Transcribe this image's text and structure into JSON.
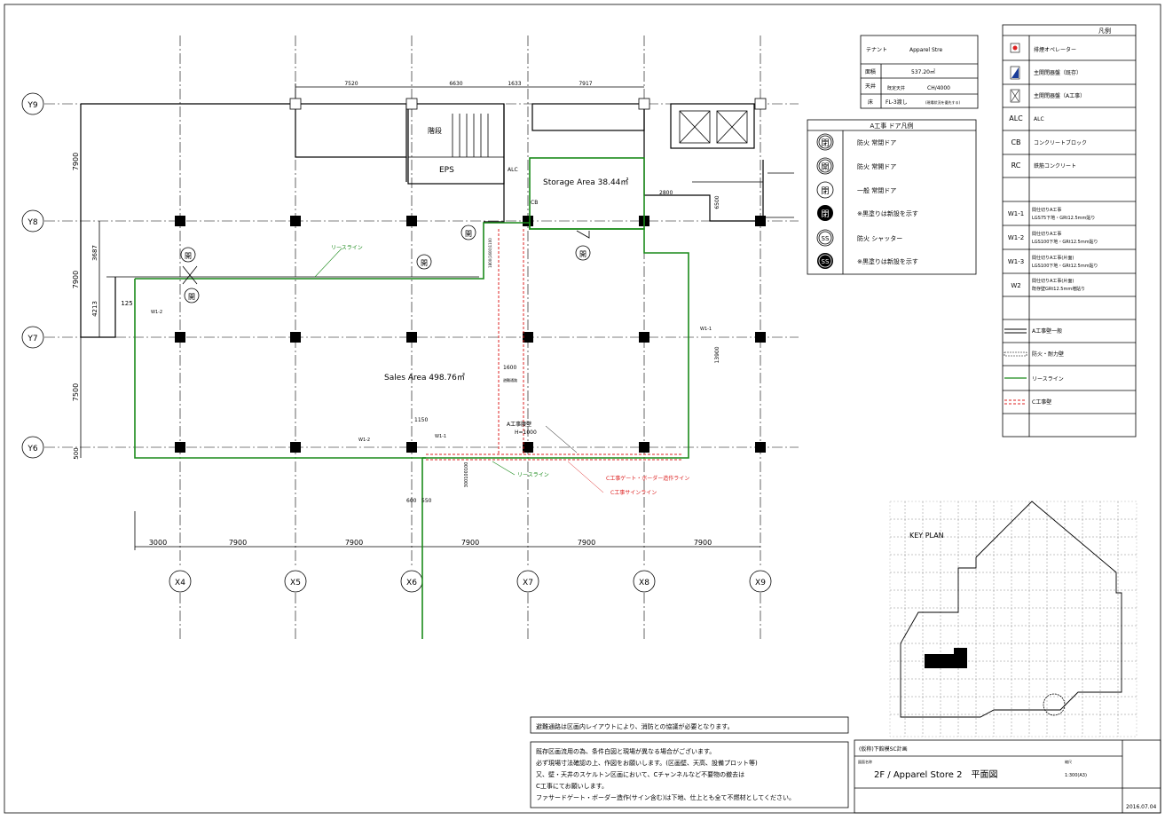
{
  "tenant_box": {
    "tenant_label": "テナント",
    "tenant_value": "Apparel Stre",
    "area_label": "面積",
    "area_value": "537.20㎡",
    "ceiling_label": "天井",
    "ceiling_value1": "既定天井",
    "ceiling_value2": "CH/4000",
    "floor_label": "床",
    "floor_value": "FL-3渡し",
    "floor_note": "(現場状況を優先する)"
  },
  "door_legend": {
    "title": "A工事 ドア凡例",
    "items": [
      {
        "symbol": "閉",
        "text": "防火 常閉ドア"
      },
      {
        "symbol": "開",
        "text": "防火 常開ドア"
      },
      {
        "symbol": "閉",
        "text": "一般 常閉ドア"
      },
      {
        "symbol": "閉",
        "text": "※黒塗りは新設を示す"
      },
      {
        "symbol": "SS",
        "text": "防火 シャッター"
      },
      {
        "symbol": "SS",
        "text": "※黒塗りは新設を示す"
      }
    ]
  },
  "legend": {
    "title": "凡例",
    "items": [
      {
        "code": "",
        "text": "排煙オペレーター"
      },
      {
        "code": "",
        "text": "主開閉器盤（既存）"
      },
      {
        "code": "",
        "text": "主開閉器盤（A工事）"
      },
      {
        "code": "ALC",
        "text": "ALC"
      },
      {
        "code": "CB",
        "text": "コンクリートブロック"
      },
      {
        "code": "RC",
        "text": "鉄筋コンクリート"
      },
      {
        "code": "",
        "text": ""
      },
      {
        "code": "W1-1",
        "text": "間仕切りA工事",
        "text2": "LGS75下地・GRt12.5mm貼り"
      },
      {
        "code": "W1-2",
        "text": "間仕切りA工事",
        "text2": "LGS100下地・GRt12.5mm貼り"
      },
      {
        "code": "W1-3",
        "text": "間仕切りA工事(片面)",
        "text2": "LGS100下地・GRt12.5mm貼り"
      },
      {
        "code": "W2",
        "text": "間仕切りA工事(片面)",
        "text2": "既存壁GRt12.5mm増貼り"
      },
      {
        "code": "",
        "text": ""
      },
      {
        "code": "",
        "text": "A工事壁一般"
      },
      {
        "code": "",
        "text": "防火・耐力壁"
      },
      {
        "code": "",
        "text": "リースライン"
      },
      {
        "code": "",
        "text": "C工事壁"
      }
    ]
  },
  "plan": {
    "grid_y": [
      "Y9",
      "Y8",
      "Y7",
      "Y6"
    ],
    "grid_x": [
      "X4",
      "X5",
      "X6",
      "X7",
      "X8",
      "X9"
    ],
    "bottom_dims": [
      "3000",
      "7900",
      "7900",
      "7900",
      "7900",
      "7900"
    ],
    "left_dims": [
      "7900",
      "7900",
      "7500",
      "500"
    ],
    "top_dims": [
      "7520",
      "6630",
      "1633",
      "7917"
    ],
    "dim_3687": "3687",
    "dim_4213": "4213",
    "dim_125": "125",
    "dim_1150": "1150",
    "dim_1600": "1600",
    "dim_2800": "2800",
    "dim_6500": "6500",
    "dim_13900": "13900",
    "dim_600": "600",
    "dim_550": "550",
    "dim_small": "300100100",
    "kaidan": "階段",
    "eps": "EPS",
    "alc": "ALC",
    "cb": "CB",
    "storage": "Storage Area 38.44㎡",
    "sales": "Sales Area 498.76㎡",
    "lease1": "リースライン",
    "lease2": "リースライン",
    "w12a": "W1-2",
    "w12b": "W1-2",
    "w11a": "W1-1",
    "w11b": "W1-1",
    "door_sym": "開",
    "wall_note1": "A工事腰壁",
    "wall_note2": "H=1000",
    "c_gate": "C工事ゲート・ボーダー造作ライン",
    "c_sign": "C工事サインライン",
    "small_note": "避難通路",
    "v_note": "1800(1600)1100"
  },
  "notes": {
    "note1": "避難通路は区画内レイアウトにより、消防との協議が必要となります。",
    "note2_lines": [
      "既存区画流用の為、条件白図と現場が異なる場合がございます。",
      "必ず現場寸法確認の上、作図をお願いします。(区画壁、天高、設備プロット等)",
      "又、壁・天井のスケルトン区画において、Cチャンネルなど不要物の撤去は",
      "C工事にてお願いします。",
      "ファサードゲート・ボーダー造作(サイン含む)は下地、仕上とも全て不燃材としてください。"
    ]
  },
  "key_plan": {
    "label": "KEY PLAN"
  },
  "title_block": {
    "project": "(仮称)下館模SC計画",
    "drawing_label": "図面名称",
    "scale_label": "縮尺",
    "drawing_title": "2F / Apparel Store 2　平面図",
    "scale": "1:300(A3)",
    "date": "2016.07.04"
  }
}
